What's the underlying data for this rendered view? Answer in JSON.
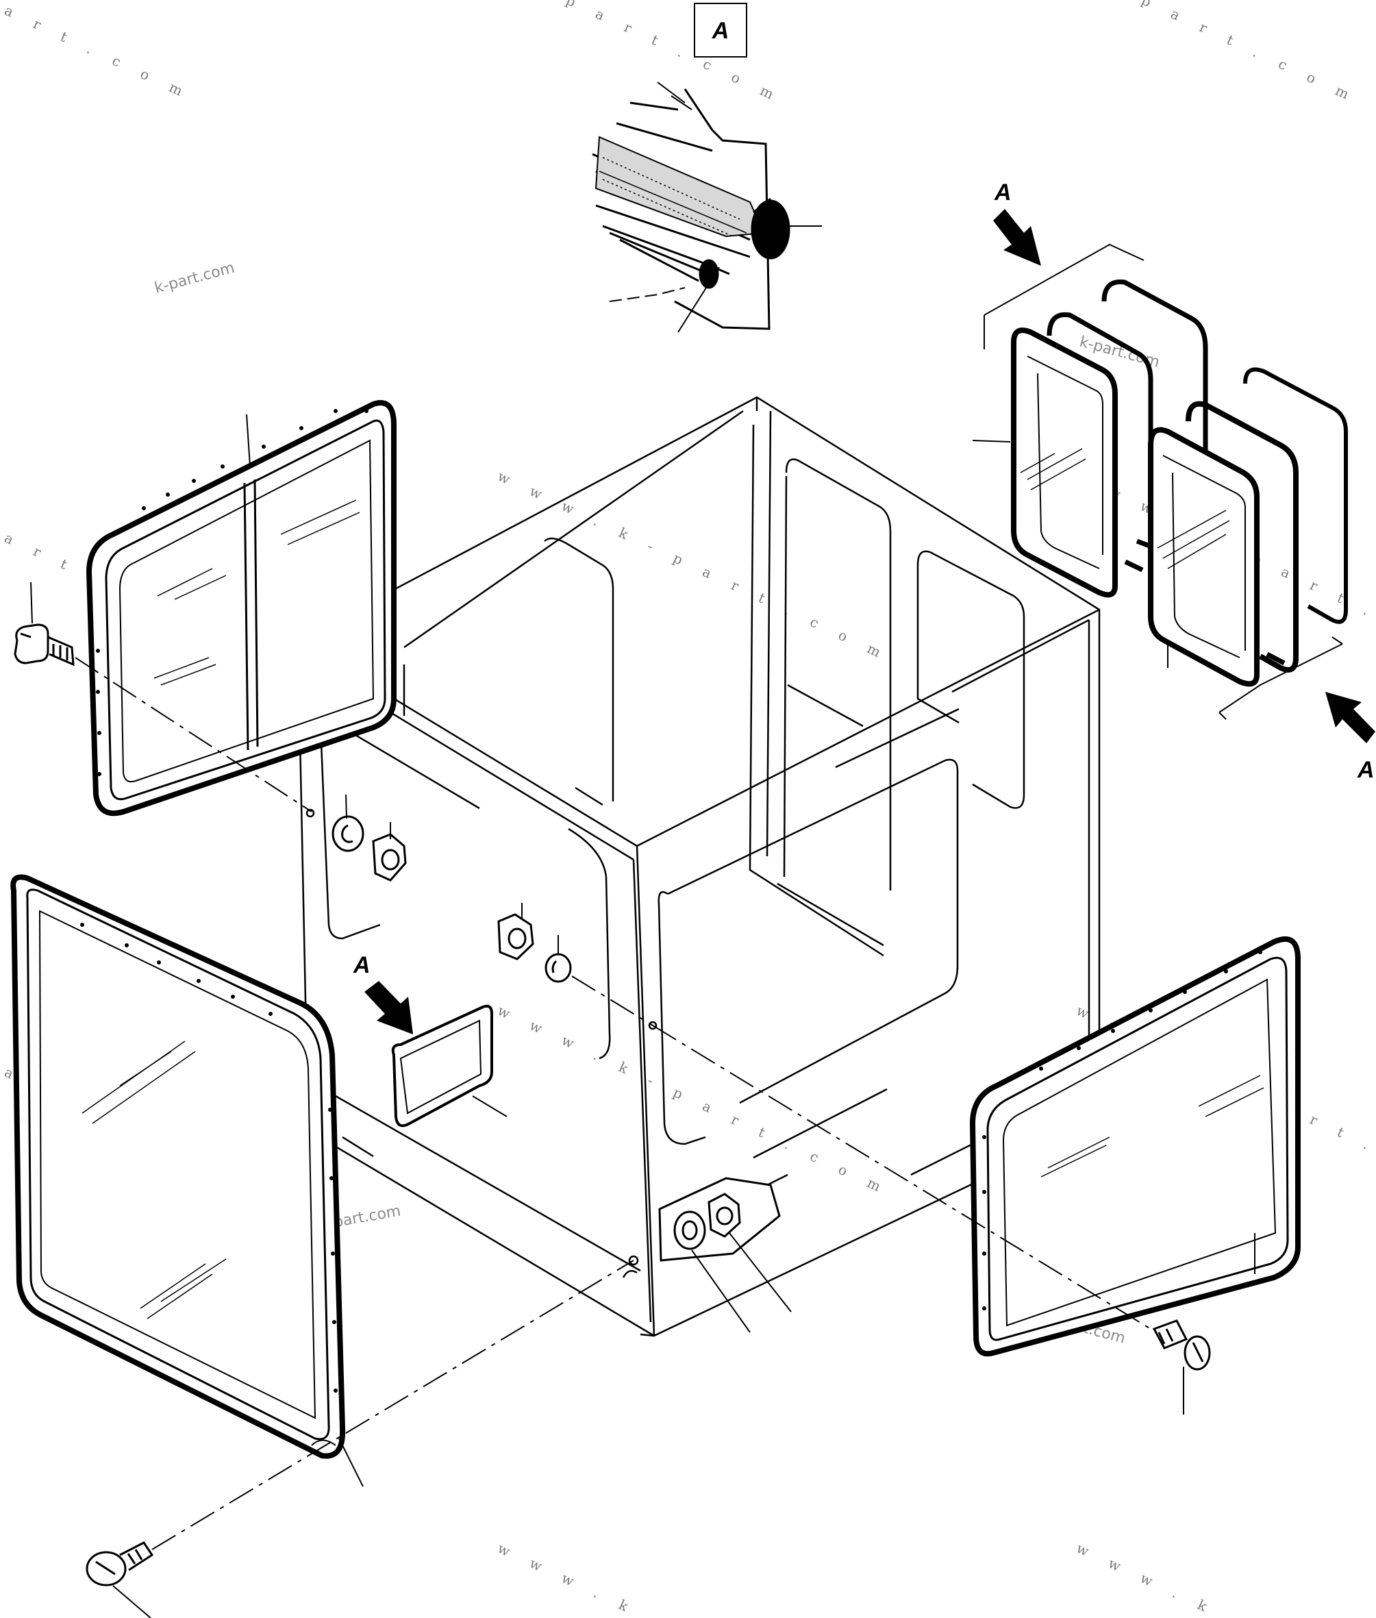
{
  "view_labels": {
    "boxed": "A",
    "upper_right": "A",
    "right": "A",
    "front": "A"
  },
  "watermarks": {
    "short": "k-part.com",
    "spaced": "w w w . k - p a r t . c o m",
    "spaced_partial_1": "a r t . c o m",
    "spaced_partial_2": "p a r t . c o m",
    "spaced_partial_3": "w w w . k - p a r"
  }
}
